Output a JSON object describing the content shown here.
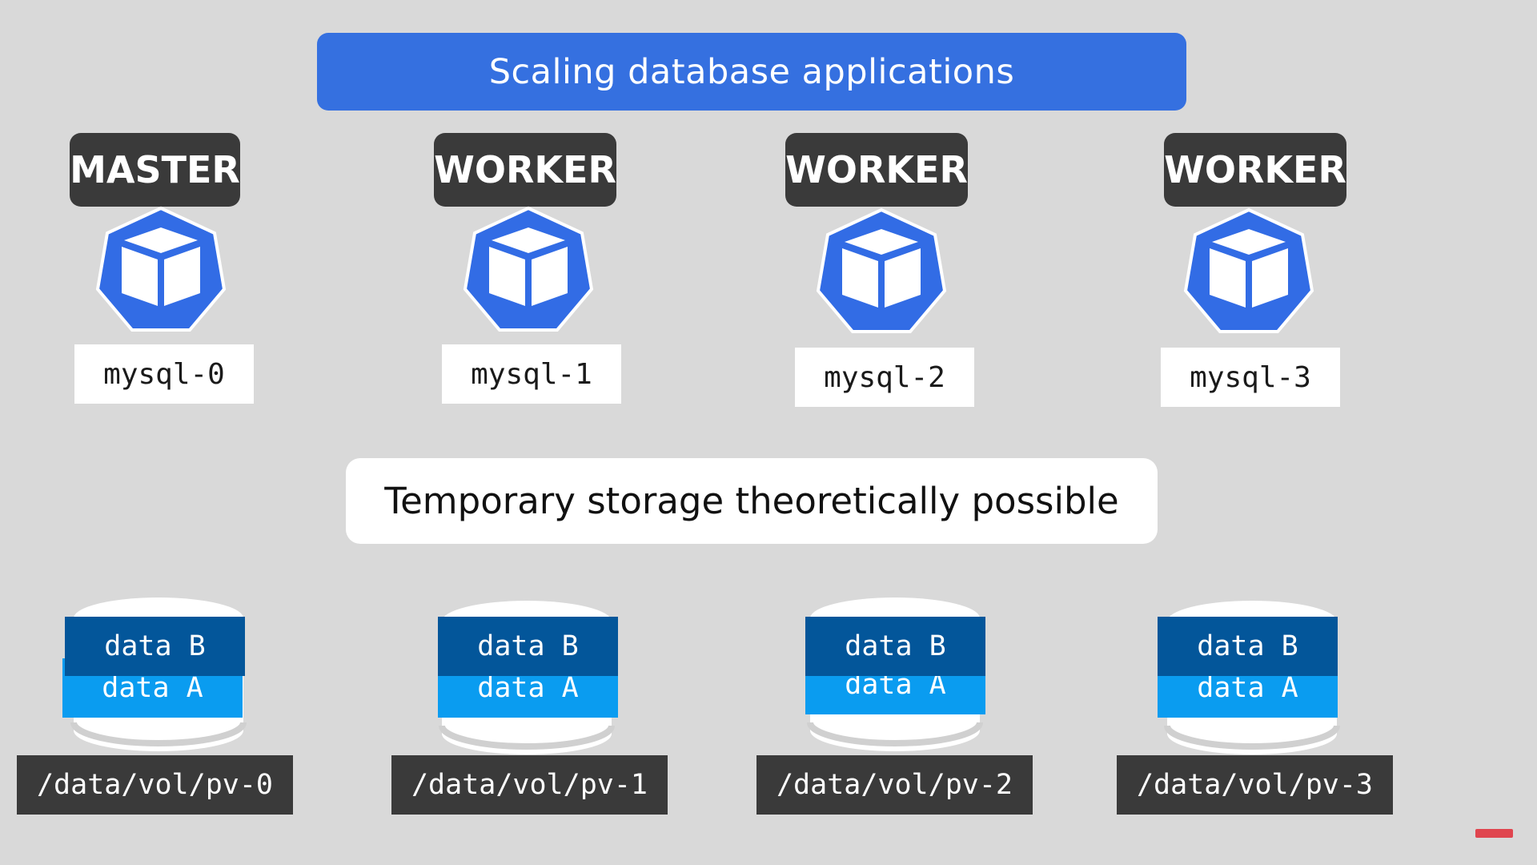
{
  "title": "Scaling database applications",
  "note": "Temporary storage theoretically possible",
  "colors": {
    "background": "#d9d9d9",
    "banner": "#3570e0",
    "role_label": "#3a3a3a",
    "pod_icon": "#326ce5",
    "data_a": "#0a9cf0",
    "data_b": "#03569a",
    "volume_label": "#3a3a3a"
  },
  "pod_icon": "kubernetes-pod-cube-icon",
  "nodes": [
    {
      "role": "MASTER",
      "pod": "mysql-0",
      "data_top": "data B",
      "data_bottom": "data A",
      "volume": "/data/vol/pv-0"
    },
    {
      "role": "WORKER",
      "pod": "mysql-1",
      "data_top": "data B",
      "data_bottom": "data A",
      "volume": "/data/vol/pv-1"
    },
    {
      "role": "WORKER",
      "pod": "mysql-2",
      "data_top": "data B",
      "data_bottom": "data A",
      "volume": "/data/vol/pv-2"
    },
    {
      "role": "WORKER",
      "pod": "mysql-3",
      "data_top": "data B",
      "data_bottom": "data A",
      "volume": "/data/vol/pv-3"
    }
  ]
}
